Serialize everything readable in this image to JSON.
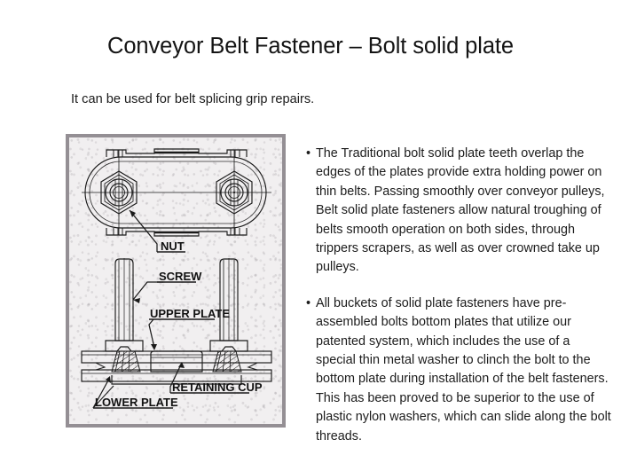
{
  "slide": {
    "title": "Conveyor Belt Fastener – Bolt solid plate",
    "subtitle": "It can be used for belt splicing grip repairs."
  },
  "figure": {
    "alt": "Technical drawing of a bolt solid plate belt fastener, top view and section view",
    "border_color": "#948f94",
    "background_color": "#f1eff0",
    "line_color": "#1a1a1a",
    "labels": [
      {
        "id": "nut",
        "text": "NUT"
      },
      {
        "id": "screw",
        "text": "SCREW"
      },
      {
        "id": "upper-plate",
        "text": "UPPER PLATE"
      },
      {
        "id": "retaining-cup",
        "text": "RETAINING CUP"
      },
      {
        "id": "lower-plate",
        "text": "LOWER PLATE"
      }
    ]
  },
  "body": {
    "bullet_char": "•",
    "paragraphs": [
      "The Traditional bolt solid plate teeth overlap the edges of the plates provide extra holding power on thin belts. Passing smoothly over conveyor pulleys, Belt solid plate fasteners allow natural troughing of belts smooth operation on both sides, through trippers scrapers, as well as over crowned take up pulleys.",
      "All buckets of solid plate fasteners have pre-assembled bolts bottom plates that utilize our patented system, which includes the use of a special thin metal washer to clinch the bolt to the bottom plate during installation of the belt fasteners. This has been proved to be superior to the use of plastic nylon washers, which can slide along the bolt threads."
    ]
  }
}
